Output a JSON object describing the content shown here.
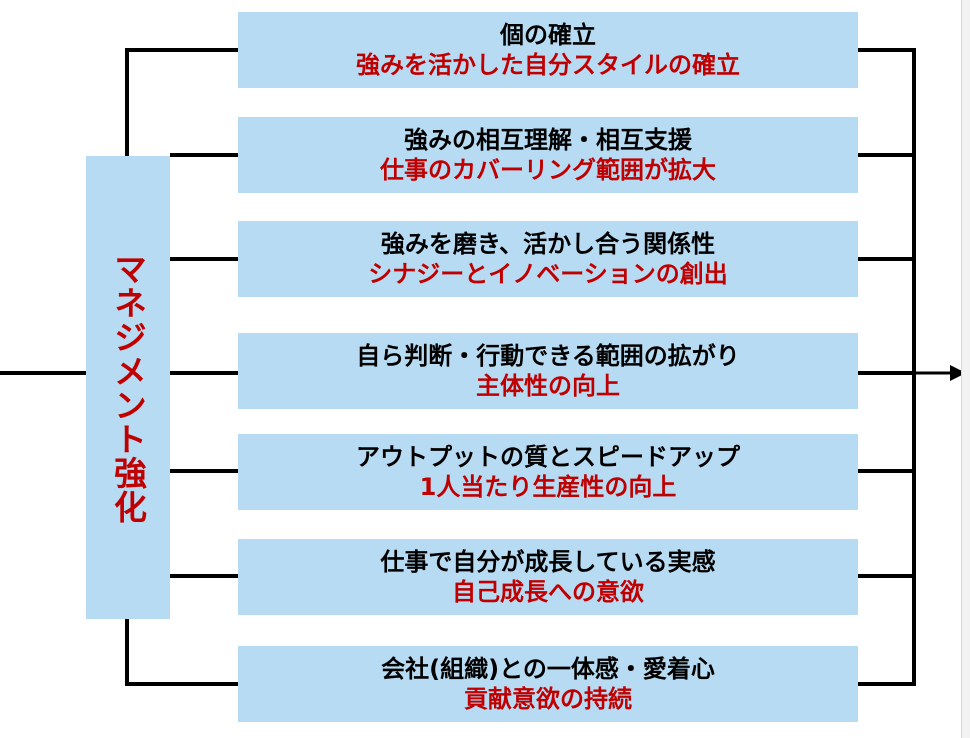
{
  "diagram": {
    "left_label": "マネジメント強化",
    "items": [
      {
        "black": "個の確立",
        "red": "強みを活かした自分スタイルの確立"
      },
      {
        "black": "強みの相互理解・相互支援",
        "red": "仕事のカバーリング範囲が拡大"
      },
      {
        "black": "強みを磨き、活かし合う関係性",
        "red": "シナジーとイノベーションの創出"
      },
      {
        "black": "自ら判断・行動できる範囲の拡がり",
        "red": "主体性の向上"
      },
      {
        "black": "アウトプットの質とスピードアップ",
        "red": "1人当たり生産性の向上"
      },
      {
        "black": "仕事で自分が成長している実感",
        "red": "自己成長への意欲"
      },
      {
        "black": "会社(組織)との一体感・愛着心",
        "red": "貢献意欲の持続"
      }
    ],
    "colors": {
      "box_fill": "#b7dbf2",
      "red_text": "#c00000",
      "black_text": "#000000",
      "line": "#000000"
    }
  }
}
